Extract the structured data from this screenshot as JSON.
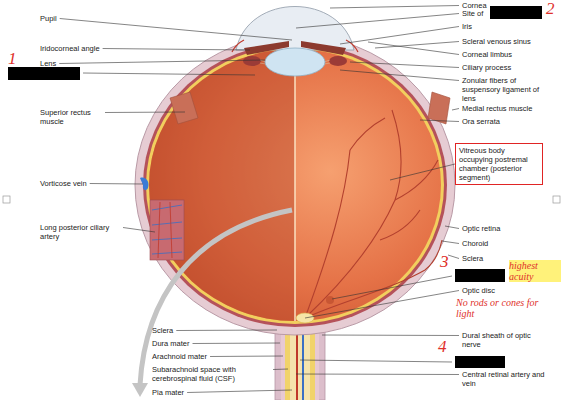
{
  "diagram": {
    "nodes": [
      {
        "text": [
          "Vitreous body occupying postremal chamber (posterior segment)"
        ]
      }
    ],
    "labels": [
      "Cornea",
      "Pupil",
      "Site of",
      "2",
      "Iris",
      "Scleral venous sinus",
      "Iridocorneal angle",
      "Corneal limbus",
      "Lens",
      "Ciliary process",
      "1",
      "Zonular fibers of suspensory ligament of lens",
      "Medial rectus muscle",
      "Superior rectus muscle",
      "Ora serrata",
      "Vorticose vein",
      "Optic retina",
      "Long posterior ciliary artery",
      "Choroid",
      "Sclera",
      "3",
      "highest acuity",
      "Optic disc",
      "No rods or cones for light",
      "Sclera",
      "Dural sheath of optic nerve",
      "Dura mater",
      "Arachnoid mater",
      "4",
      "Subarachnoid space with cerebrospinal fluid (CSF)",
      "Central retinal artery and vein",
      "Pia mater"
    ]
  }
}
